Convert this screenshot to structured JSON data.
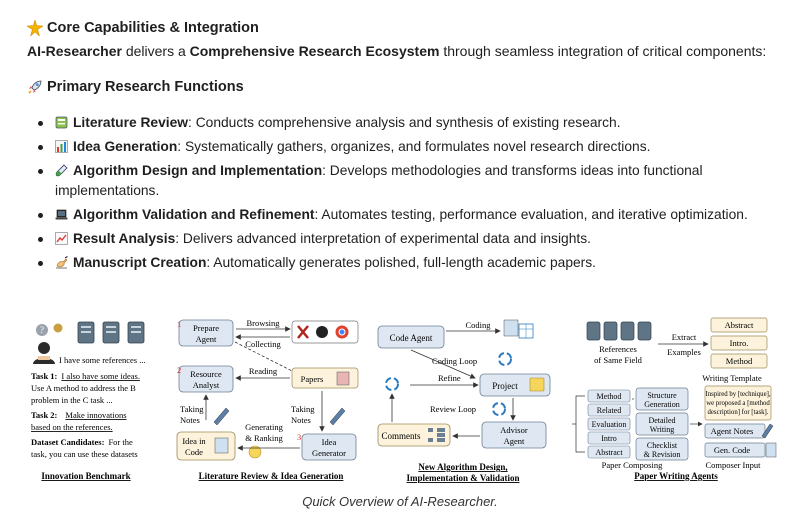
{
  "heading1": "Core Capabilities & Integration",
  "intro": {
    "part1": "AI-Researcher",
    "part2": " delivers a ",
    "part3": "Comprehensive Research Ecosystem",
    "part4": " through seamless integration of critical components:"
  },
  "heading2": "Primary Research Functions",
  "features": [
    {
      "icon": "ledger-icon",
      "title": "Literature Review",
      "desc": ": Conducts comprehensive analysis and synthesis of existing research."
    },
    {
      "icon": "bar-chart-icon",
      "title": "Idea Generation",
      "desc": ": Systematically gathers, organizes, and formulates novel research directions."
    },
    {
      "icon": "test-tube-icon",
      "title": "Algorithm Design and Implementation",
      "desc": ": Develops methodologies and transforms ideas into functional implementations."
    },
    {
      "icon": "laptop-icon",
      "title": "Algorithm Validation and Refinement",
      "desc": ": Automates testing, performance evaluation, and iterative optimization."
    },
    {
      "icon": "trend-chart-icon",
      "title": "Result Analysis",
      "desc": ": Delivers advanced interpretation of experimental data and insights."
    },
    {
      "icon": "writing-hand-icon",
      "title": "Manuscript Creation",
      "desc": ": Automatically generates polished, full-length academic papers."
    }
  ],
  "figure": {
    "p1": {
      "speech": "I have some references ...",
      "task1_label": "Task 1:",
      "task1_a": "I also have some ideas.",
      "task1_b": "Use A method to address the B",
      "task1_c": "problem in the C task ...",
      "task2_label": "Task 2:",
      "task2_a": "Make innovations",
      "task2_b": "based on the references.",
      "dataset_label": "Dataset Candidates:",
      "dataset_a": "For the",
      "dataset_b": "task, you can use these datasets",
      "title": "Innovation Benchmark"
    },
    "p2": {
      "prepare_1": "Prepare",
      "prepare_2": "Agent",
      "browsing": "Browsing",
      "collecting": "Collecting",
      "resource_1": "Resource",
      "resource_2": "Analyst",
      "reading": "Reading",
      "papers": "Papers",
      "taking_1": "Taking",
      "taking_2": "Notes",
      "idea_code_1": "Idea in",
      "idea_code_2": "Code",
      "generating_1": "Generating",
      "generating_2": "& Ranking",
      "taking2_1": "Taking",
      "taking2_2": "Notes",
      "idea_gen_1": "Idea",
      "idea_gen_2": "Generator",
      "n1": "1",
      "n2": "2",
      "n3": "3",
      "title": "Literature Review & Idea Generation"
    },
    "p3": {
      "coding": "Coding",
      "code_agent": "Code Agent",
      "coding_loop": "Coding Loop",
      "refine": "Refine",
      "project": "Project",
      "review_loop": "Review Loop",
      "comments": "Comments",
      "advisor_1": "Advisor",
      "advisor_2": "Agent",
      "title_1": "New Algorithm Design,",
      "title_2": "Implementation & Validation"
    },
    "p4": {
      "refs_1": "References",
      "refs_2": "of Same Field",
      "extract_1": "Extract",
      "extract_2": "Examples",
      "abstract": "Abstract",
      "intro": "Intro.",
      "method": "Method",
      "writing_template": "Writing Template",
      "tpl_1": "Inspired by [technique],",
      "tpl_2": "we proposed a [method",
      "tpl_3": "description] for [task].",
      "agent_notes": "Agent Notes",
      "gen_code": "Gen. Code",
      "sec_method": "Method",
      "sec_related": "Related",
      "sec_eval": "Evaluation",
      "sec_intro": "Intro",
      "sec_abstract": "Abstract",
      "struct_1": "Structure",
      "struct_2": "Generation",
      "detailed_1": "Detailed",
      "detailed_2": "Writing",
      "check_1": "Checklist",
      "check_2": "& Revision",
      "paper_composing": "Paper Composing",
      "composer_input": "Composer Input",
      "title": "Paper Writing Agents"
    }
  },
  "caption": "Quick Overview of AI-Researcher."
}
